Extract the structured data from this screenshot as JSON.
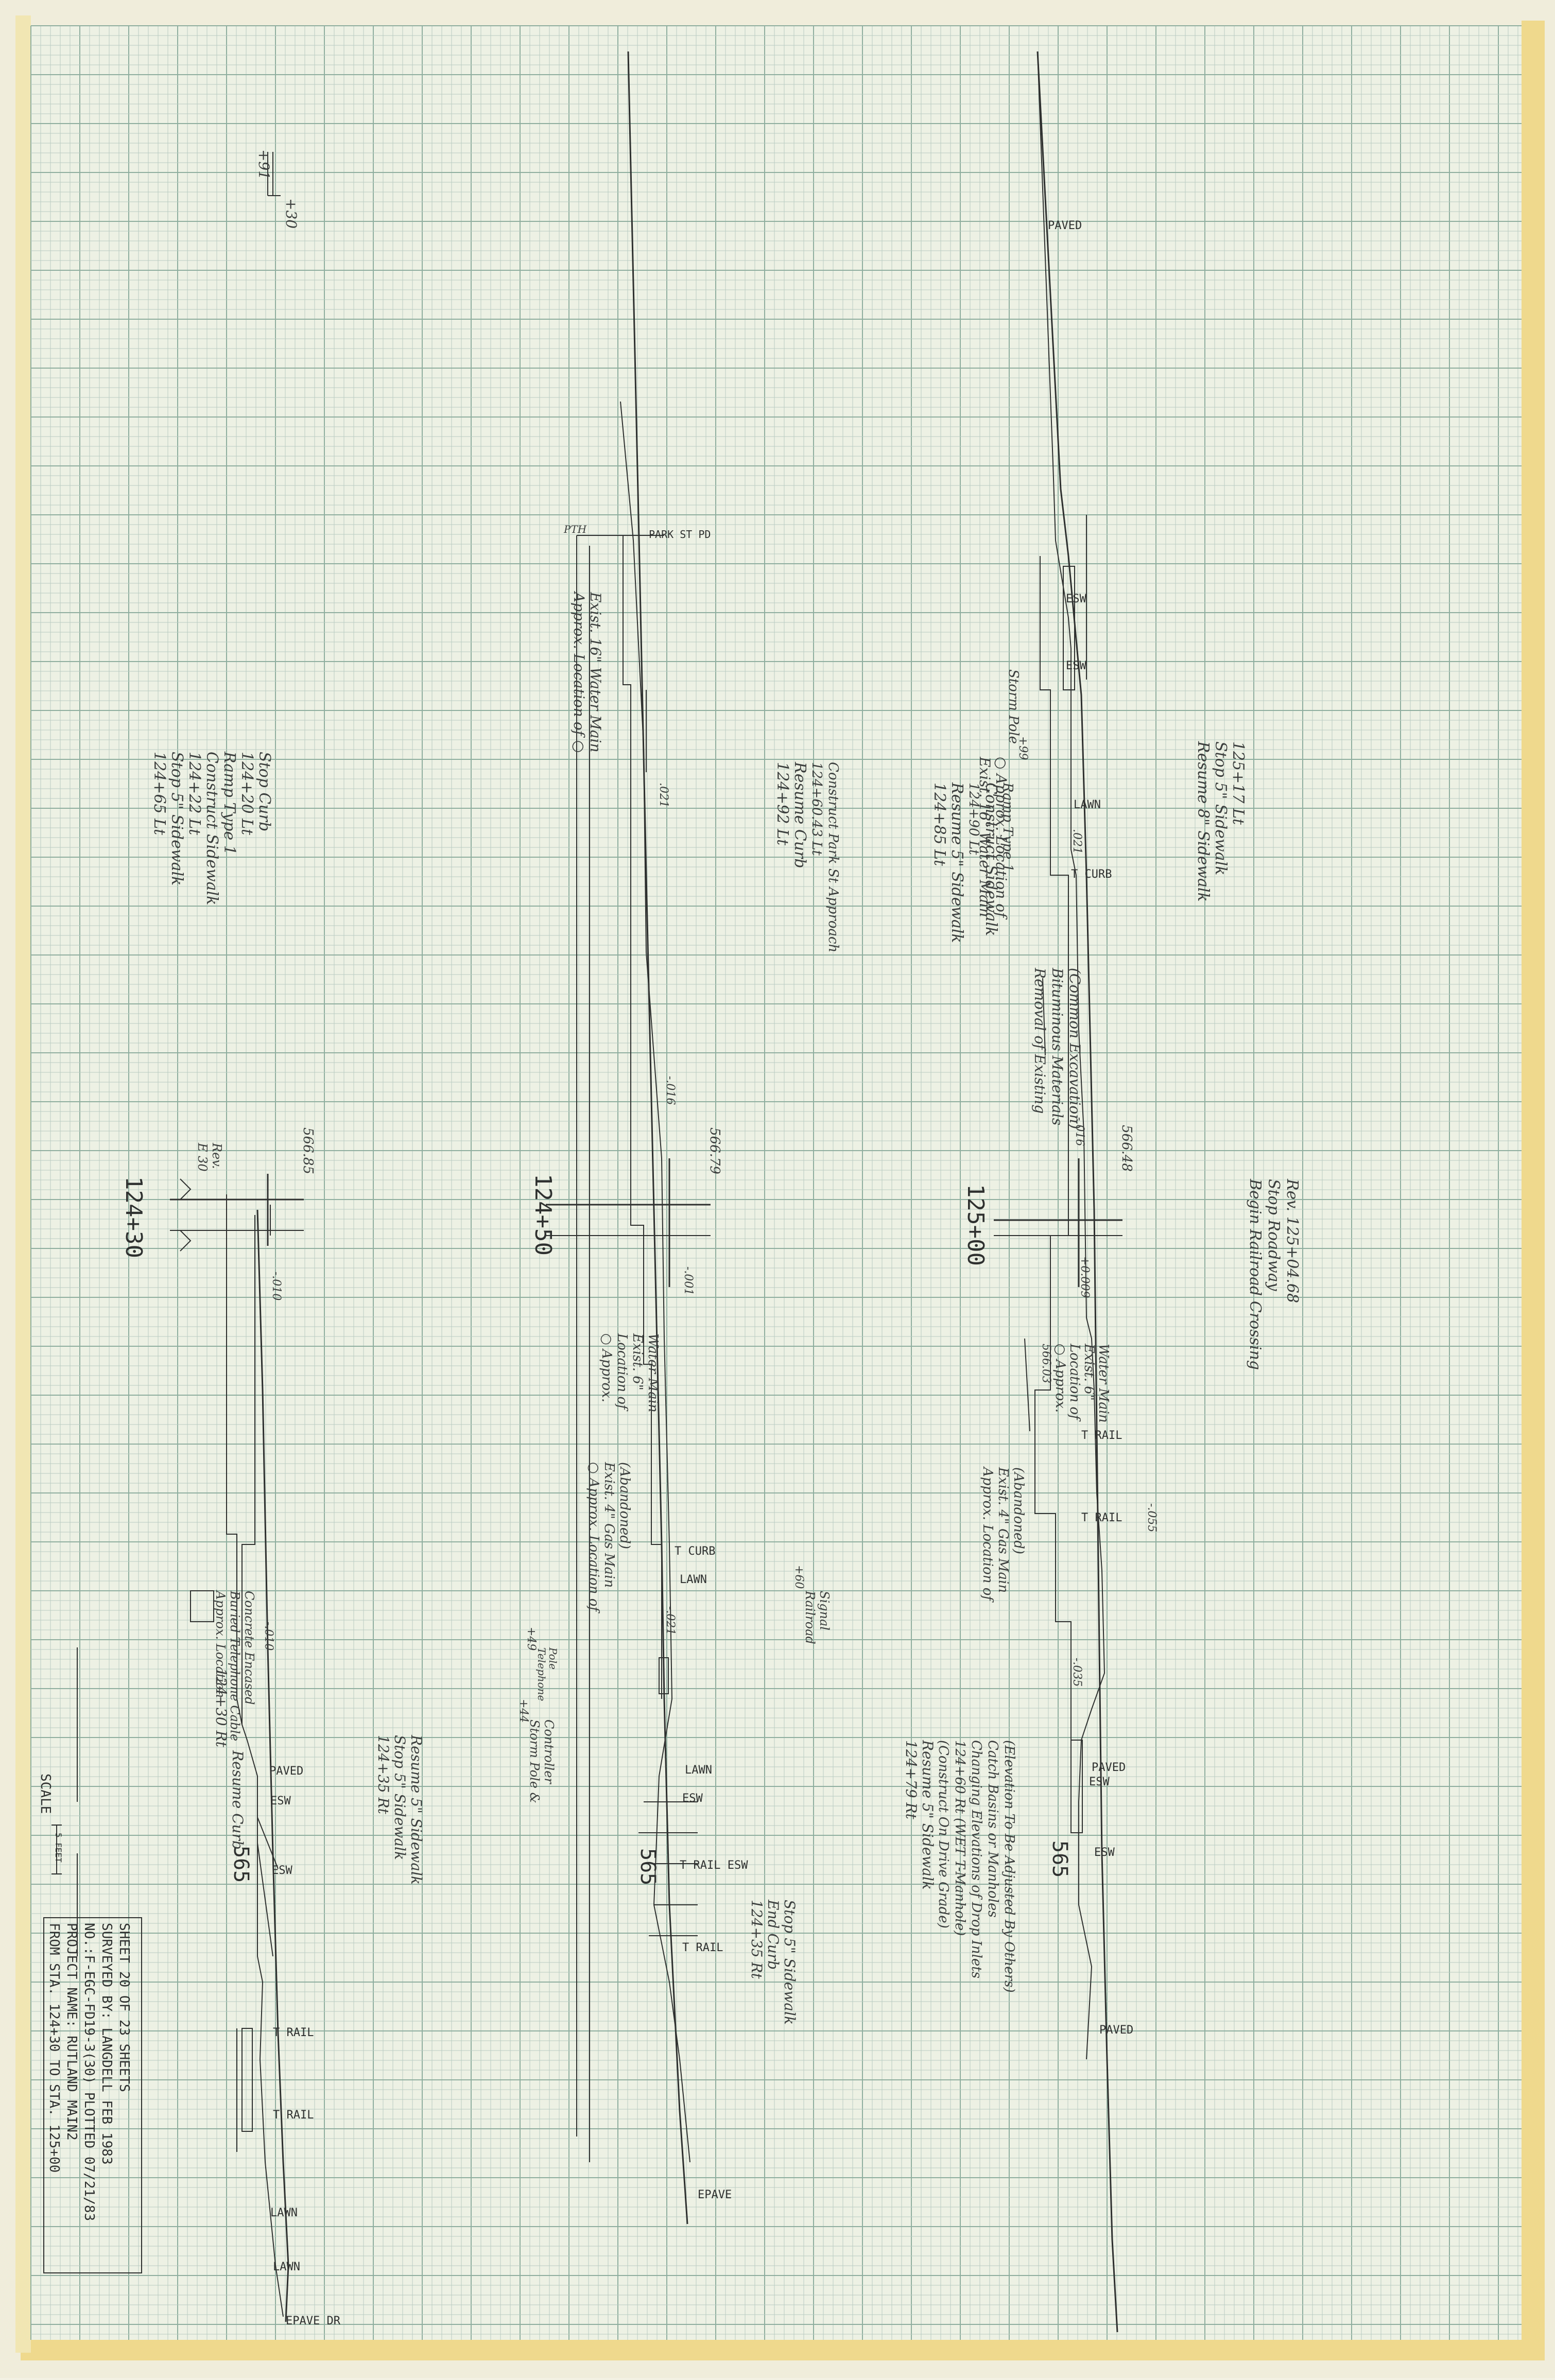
{
  "profile_strips": [
    {
      "station": "125+00",
      "elevation": "566.48",
      "elevation_low": "565",
      "labels_top_to_bottom": [
        "PAVED",
        "ESW",
        "ESW",
        "LAWN",
        "T CURB",
        "T RAIL",
        "T RAIL",
        "PAVED",
        "ESW",
        "ESW",
        "PAVED"
      ],
      "grades": [
        ".021",
        "-.016",
        "+0.009",
        "-.055",
        "-.035"
      ],
      "notes": [
        [
          "125+17 Lt",
          "Stop 5\" Sidewalk",
          "Resume 8\" Sidewalk"
        ],
        [
          "Rev. 125+04.68",
          "Stop Roadway",
          "Begin Railroad Crossing"
        ],
        [
          "Storm Pole",
          "+99"
        ],
        [
          "○ Approx. Location of",
          "Exist. 16\" Water Main"
        ],
        [
          "Removal of Existing",
          "Bituminous Materials",
          "(Common Excavation)"
        ],
        [
          "566.03",
          "○ Approx.",
          "Location of",
          "Exist. 6\"",
          "Water Main"
        ],
        [
          "Approx. Location of",
          "Exist. 4\" Gas Main",
          "(Abandoned)"
        ]
      ]
    },
    {
      "station": "124+50",
      "elevation": "566.79",
      "elevation_low": "565",
      "labels_top_to_bottom": [
        "PTH",
        "PARK ST PD",
        "T CURB",
        "LAWN",
        "LAWN",
        "ESW",
        "T RAIL ESW",
        "T RAIL",
        "EPAVE"
      ],
      "grades": [
        ".021",
        "-.016",
        "-.001",
        "-.021"
      ],
      "notes": [
        [
          "Approx. Location of ○",
          "Exist. 16\" Water Main"
        ],
        [
          "124+92 Lt",
          "Resume Curb",
          "124+60.43 Lt",
          "Construct Park St Approach"
        ],
        [
          "124+85 Lt",
          "Resume 5\" Sidewalk",
          "124+90 Lt",
          "Construct Sidewalk",
          "Ramp Type 1"
        ],
        [
          "○ Approx.",
          "Location of",
          "Exist. 6\"",
          "Water Main"
        ],
        [
          "○ Approx. Location of",
          "Exist. 4\" Gas Main",
          "(Abandoned)"
        ],
        [
          "+60",
          "Railroad",
          "Signal"
        ],
        [
          "+49",
          "Telephone",
          "Pole"
        ],
        [
          "+44",
          "Storm Pole &",
          "Controller"
        ],
        [
          "124+79 Rt",
          "Resume 5\" Sidewalk",
          "(Construct On Drive Grade)",
          "124+60 Rt (WET T-Manhole)",
          "Changing Elevations of Drop Inlets",
          "Catch Basins or Manholes",
          "(Elevation To Be Adjusted By Others)"
        ],
        [
          "124+35 Rt",
          "End Curb",
          "Stop 5\" Sidewalk"
        ]
      ]
    },
    {
      "station": "124+30",
      "elevation": "566.85",
      "elevation_low": "565",
      "labels_top_to_bottom": [
        "PAVED",
        "ESW",
        "ESW",
        "T RAIL",
        "T RAIL",
        "LAWN",
        "LAWN",
        "EPAVE DR"
      ],
      "grades": [
        "-.010",
        "-.010"
      ],
      "notes": [
        [
          "124+65 Lt",
          "Stop 5\" Sidewalk",
          "124+22 Lt",
          "Construct Sidewalk",
          "Ramp Type 1",
          "124+20 Lt",
          "Stop Curb"
        ],
        [
          "E 30",
          "Rev."
        ],
        [
          "Approx. Location",
          "Buried Telephone Cable",
          "Concrete Encased"
        ],
        [
          "124+30 Rt",
          "Resume Curb"
        ],
        [
          "124+35 Rt",
          "Stop 5\" Sidewalk",
          "Resume 5\" Sidewalk"
        ]
      ]
    }
  ],
  "corner_marks": [
    "+91",
    "+30"
  ],
  "scale": {
    "label": "SCALE",
    "unit": "5 FEET"
  },
  "title_block": {
    "line1": "FROM STA.  124+30  TO STA.  125+00",
    "line2": "PROJECT NAME: RUTLAND  MAIN2",
    "line3": "NO.:F-EGC-FD19-3(30)  PLOTTED 07/21/83",
    "line4": "SURVEYED BY: LANGDELL  FEB 1983",
    "line5": "SHEET 20 OF 23 SHEETS"
  }
}
